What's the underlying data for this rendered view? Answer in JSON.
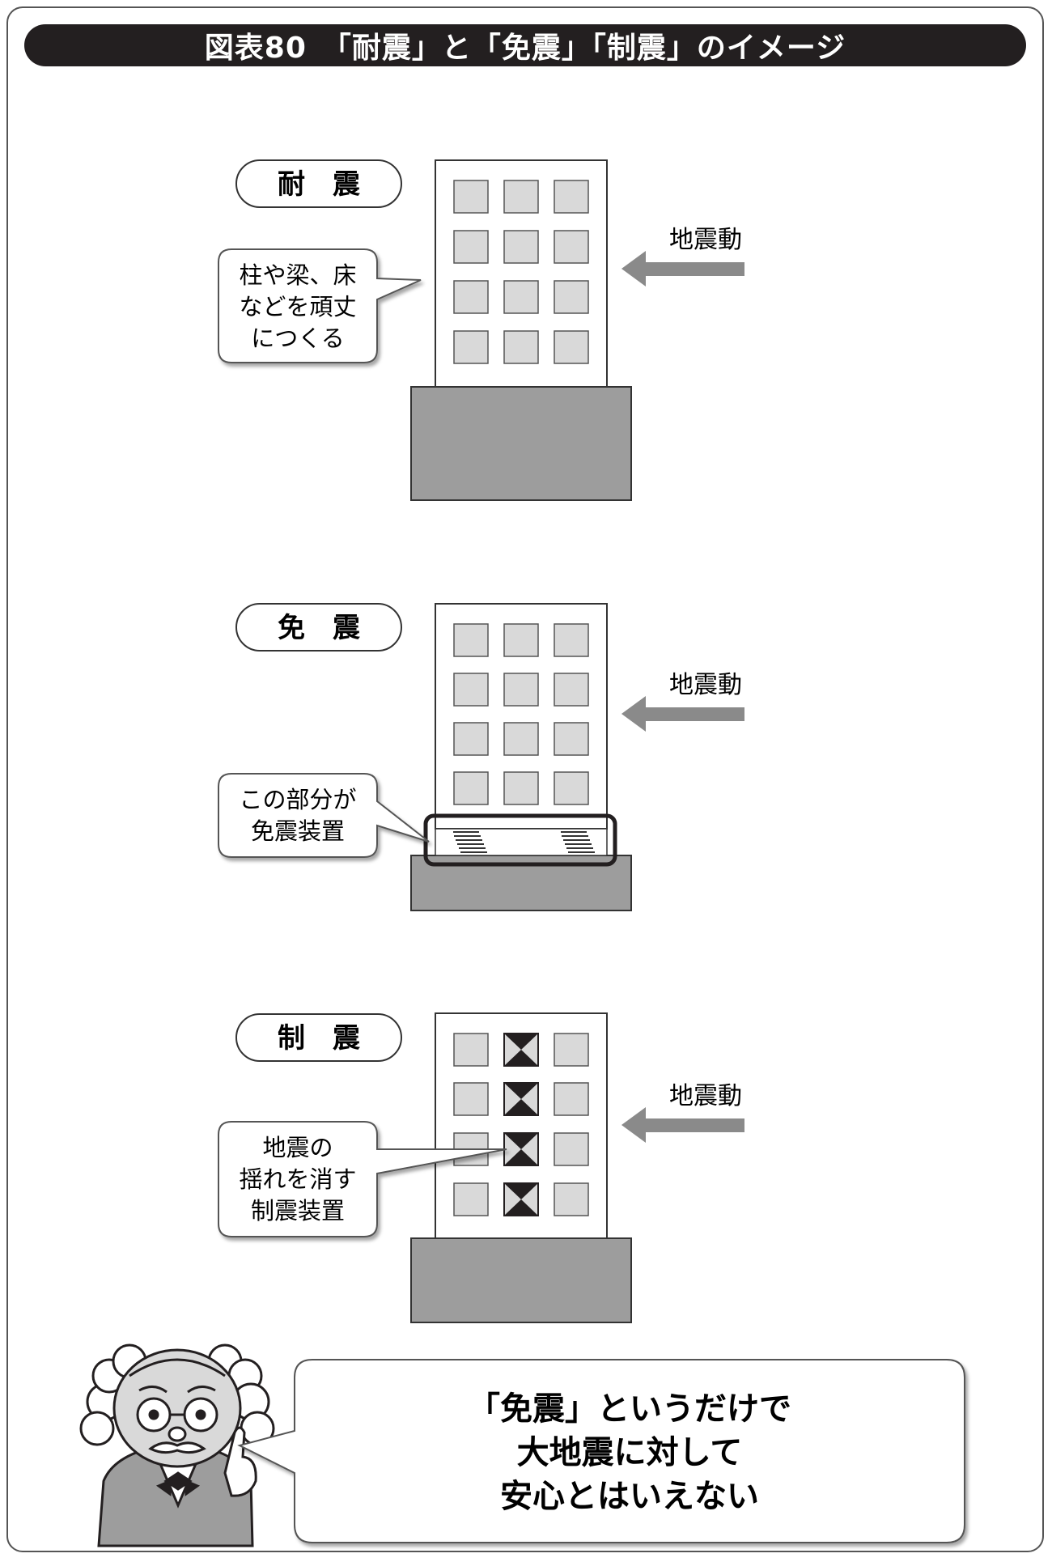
{
  "title": "図表80　「耐震」と「免震」「制震」のイメージ",
  "sections": [
    {
      "label": "耐　震",
      "force_label": "地震動",
      "callout_lines": [
        "柱や梁、床",
        "などを頑丈",
        "につくる"
      ]
    },
    {
      "label": "免　震",
      "force_label": "地震動",
      "callout_lines": [
        "この部分が",
        "免震装置"
      ]
    },
    {
      "label": "制　震",
      "force_label": "地震動",
      "callout_lines": [
        "地震の",
        "揺れを消す",
        "制震装置"
      ]
    }
  ],
  "speech_lines": [
    "「免震」というだけで",
    "大地震に対して",
    "安心とはいえない"
  ],
  "colors": {
    "title_bg": "#231f20",
    "window": "#d9d9d9",
    "foundation": "#9d9d9d",
    "arrow": "#8a8a8a",
    "damper": "#231f20"
  }
}
